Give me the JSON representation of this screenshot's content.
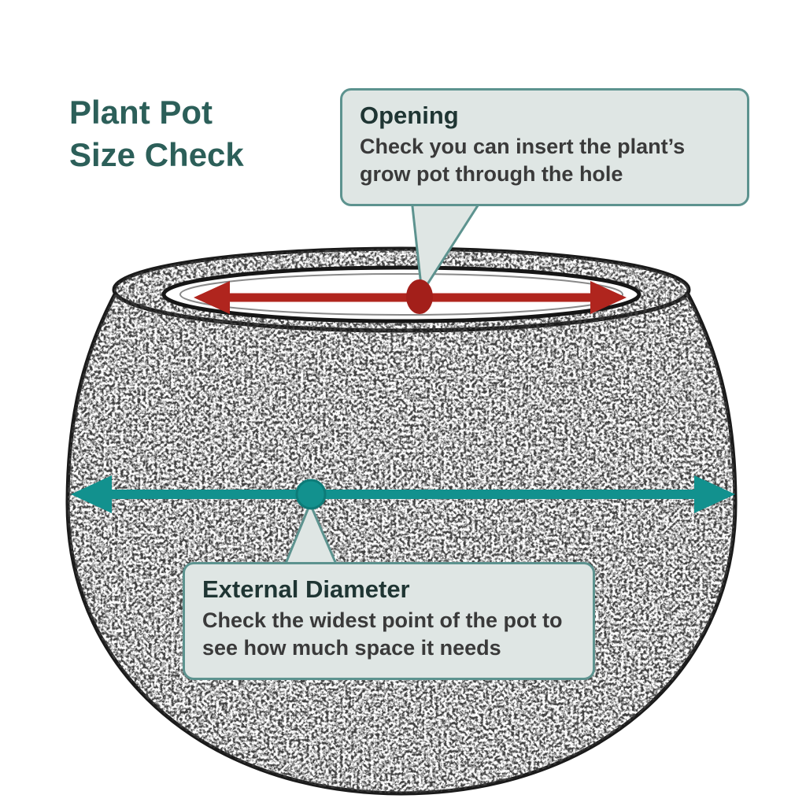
{
  "title": {
    "line1": "Plant Pot",
    "line2": "Size Check"
  },
  "callouts": {
    "opening": {
      "heading": "Opening",
      "body": "Check you can insert the plant’s grow pot through the hole"
    },
    "external_diameter": {
      "heading": "External Diameter",
      "body": "Check the widest point of the pot to see how much space it needs"
    }
  },
  "colors": {
    "title_text": "#2c5f59",
    "callout_background": "#dfe6e4",
    "callout_border": "#5d938f",
    "callout_heading_text": "#1f3533",
    "callout_body_text": "#3a3a3a",
    "opening_arrow": "#b0251e",
    "opening_dot": "#a31f1a",
    "diameter_arrow": "#12918e",
    "sketch_ink": "#1a1a1a"
  }
}
